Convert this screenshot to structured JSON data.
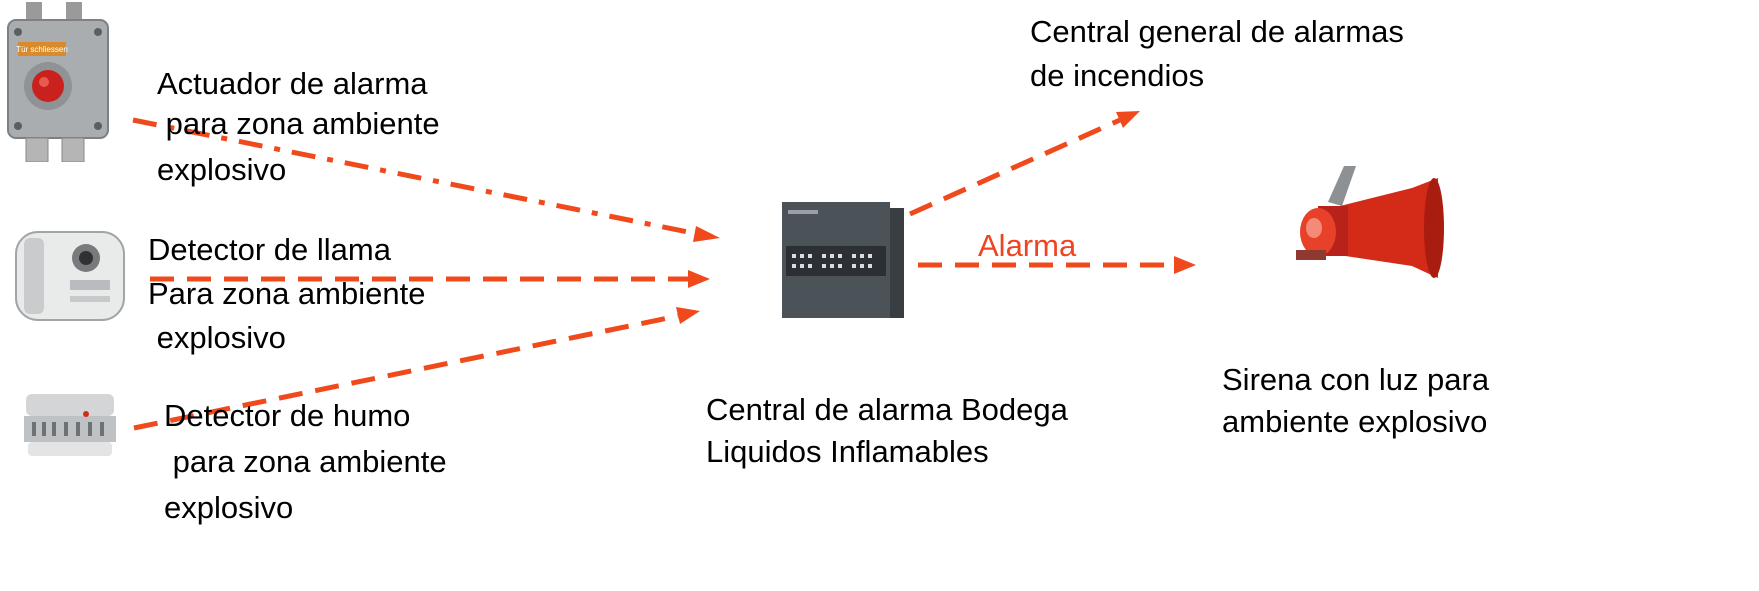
{
  "colors": {
    "arrow": "#f04a1c",
    "siren_red": "#d42b18",
    "panel_dark": "#4b5258"
  },
  "inputs": {
    "actuator": {
      "line1": "Actuador de alarma",
      "line2": " para zona ambiente",
      "line3": "explosivo",
      "plate_text": "Tür schliessen",
      "icon": "alarm-push-button"
    },
    "flame_detector": {
      "line1": "Detector de llama",
      "line2": "Para zona ambiente",
      "line3": " explosivo",
      "icon": "flame-detector"
    },
    "smoke_detector": {
      "line1": "Detector de humo",
      "line2": " para zona ambiente",
      "line3": "explosivo",
      "icon": "smoke-detector"
    }
  },
  "central_panel": {
    "line1": "Central de alarma Bodega",
    "line2": "Liquidos Inflamables",
    "icon": "alarm-control-panel"
  },
  "outputs": {
    "general_central": {
      "line1": "Central general de alarmas",
      "line2": "de incendios"
    },
    "alarm_label": "Alarma",
    "siren": {
      "line1": "Sirena con luz para",
      "line2": "ambiente explosivo",
      "icon": "siren-with-beacon"
    }
  }
}
